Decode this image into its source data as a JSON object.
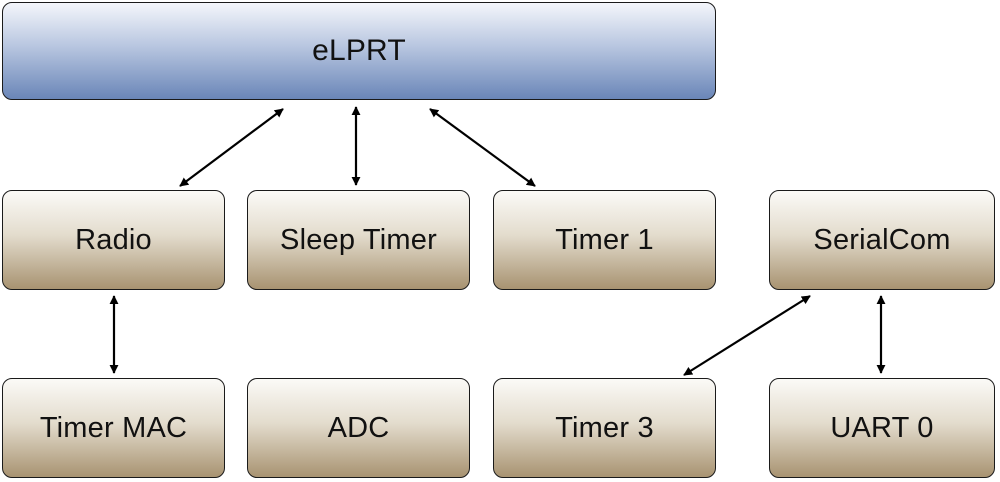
{
  "diagram": {
    "main": {
      "label": "eLPRT"
    },
    "modules": {
      "radio": {
        "label": "Radio"
      },
      "sleep_timer": {
        "label": "Sleep Timer"
      },
      "timer1": {
        "label": "Timer 1"
      },
      "serialcom": {
        "label": "SerialCom"
      },
      "timer_mac": {
        "label": "Timer MAC"
      },
      "adc": {
        "label": "ADC"
      },
      "timer3": {
        "label": "Timer 3"
      },
      "uart0": {
        "label": "UART 0"
      }
    },
    "connections": [
      {
        "from": "eLPRT",
        "to": "Radio",
        "direction": "bidirectional"
      },
      {
        "from": "eLPRT",
        "to": "Sleep Timer",
        "direction": "bidirectional"
      },
      {
        "from": "eLPRT",
        "to": "Timer 1",
        "direction": "bidirectional"
      },
      {
        "from": "Radio",
        "to": "Timer MAC",
        "direction": "bidirectional"
      },
      {
        "from": "SerialCom",
        "to": "Timer 3",
        "direction": "bidirectional"
      },
      {
        "from": "SerialCom",
        "to": "UART 0",
        "direction": "bidirectional"
      }
    ],
    "colors": {
      "main_fill_top": "#f4f6fb",
      "main_fill_bottom": "#6a86b8",
      "module_fill_top": "#fbfaf7",
      "module_fill_bottom": "#a89371",
      "border": "#1a1a1a",
      "arrow": "#000000"
    }
  }
}
